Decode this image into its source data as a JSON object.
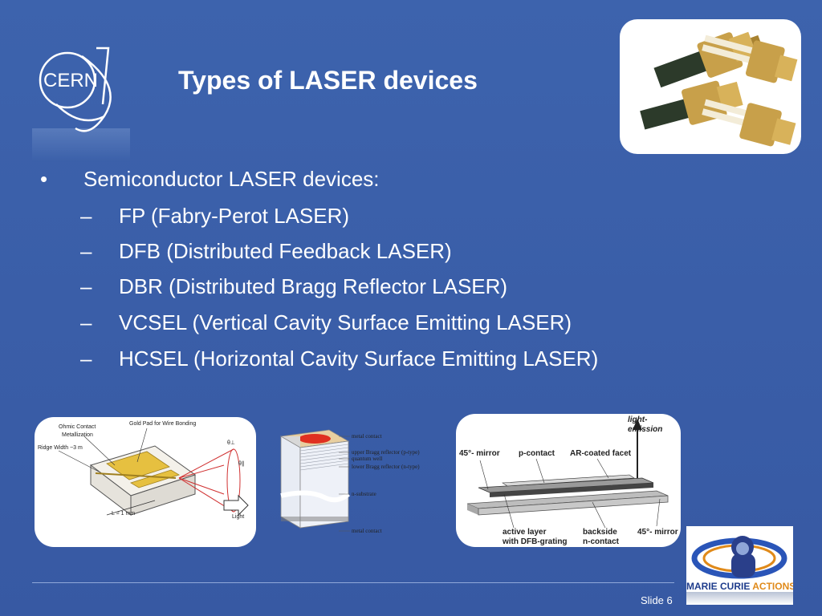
{
  "slide": {
    "title": "Types of LASER devices",
    "number_label": "Slide 6"
  },
  "logo": {
    "cern": "CERN",
    "marie_curie": "MARIE CURIE",
    "actions": "ACTIONS"
  },
  "bullets": {
    "marker": "•",
    "dash": "–",
    "main": "Semiconductor LASER devices:",
    "items": [
      "FP (Fabry-Perot LASER)",
      "DFB (Distributed Feedback LASER)",
      "DBR (Distributed Bragg Reflector LASER)",
      "VCSEL (Vertical Cavity Surface Emitting LASER)",
      "HCSEL (Horizontal Cavity Surface Emitting LASER)"
    ]
  },
  "diagrams": {
    "edge": {
      "ohmic_contact": "Ohmic Contact",
      "metallization": "Metallization",
      "gold_pad": "Gold Pad for Wire Bonding",
      "ridge_width": "Ridge Width ~3 m",
      "length": "L = 1 mm",
      "light": "Light",
      "theta_perp": "θ⊥",
      "theta_par": "θ∥"
    },
    "vcsel": {
      "metal_contact_top": "metal contact",
      "upper_bragg": "upper Bragg reflector (p-type)",
      "quantum_well": "quantum well",
      "lower_bragg": "lower Bragg reflector (n-type)",
      "n_substrate": "n-substrate",
      "metal_contact_bottom": "metal contact"
    },
    "hcsel": {
      "light": "light-",
      "emission": "emission",
      "mirror_left": "45°- mirror",
      "p_contact": "p-contact",
      "ar_facet": "AR-coated facet",
      "active_layer": "active layer",
      "dfb_grating": "with DFB-grating",
      "backside": "backside",
      "n_contact": "n-contact",
      "mirror_right": "45°- mirror"
    }
  }
}
